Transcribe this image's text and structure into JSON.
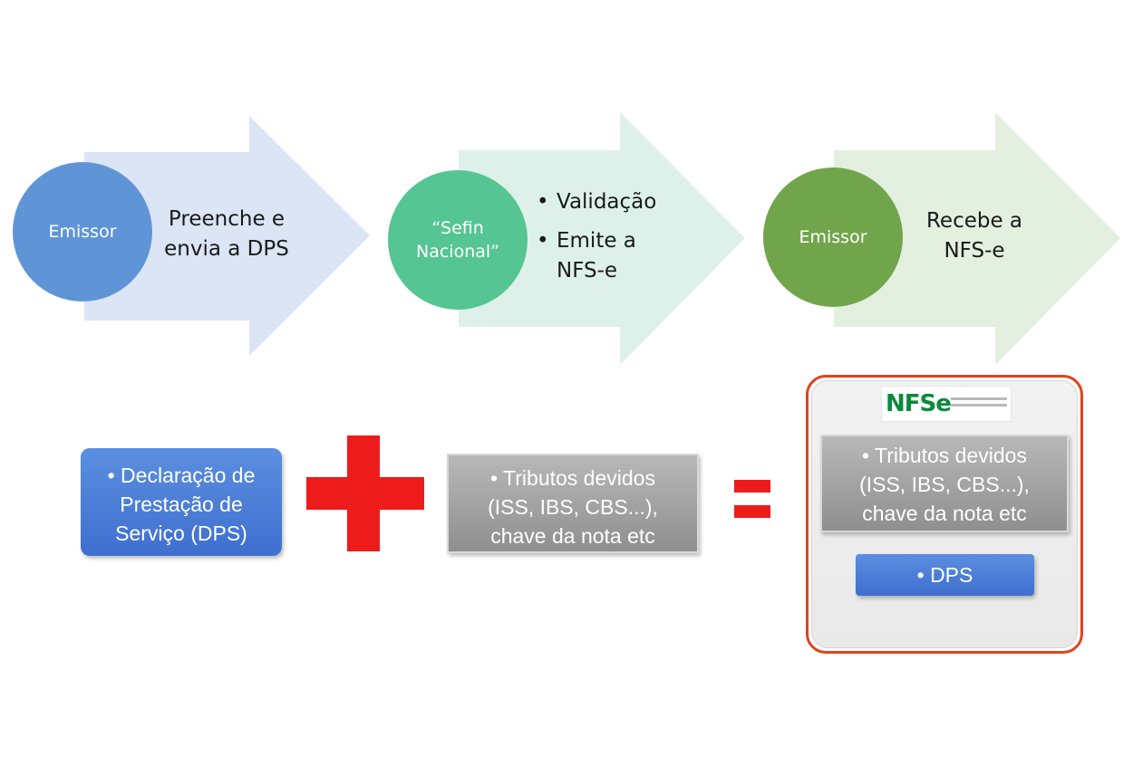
{
  "colors": {
    "arrow1": "#dbe5f5",
    "arrow2": "#ddf1ea",
    "arrow3": "#e3efdf",
    "circle1": "#5f95d6",
    "circle2": "#55c593",
    "circle3": "#71a54c",
    "accent_red": "#ee1b1b",
    "frame_border": "#e0431f"
  },
  "steps": [
    {
      "circle": [
        "Emissor"
      ],
      "text": [
        "Preenche e",
        "envia a DPS"
      ]
    },
    {
      "circle": [
        "“Sefin",
        "Nacional”"
      ],
      "bullets": [
        [
          "Validação"
        ],
        [
          "Emite a",
          "NFS-e"
        ]
      ]
    },
    {
      "circle": [
        "Emissor"
      ],
      "text": [
        "Recebe a",
        "NFS-e"
      ]
    }
  ],
  "equation": {
    "dps_box": [
      "• Declaração de",
      "Prestação de",
      "Serviço (DPS)"
    ],
    "plus_symbol": "+",
    "taxes_box": [
      "• Tributos devidos",
      "(ISS, IBS, CBS...),",
      "chave da nota etc"
    ],
    "equals_symbol": "=",
    "result": {
      "logo": "NFSe",
      "taxes_box": [
        "• Tributos devidos",
        "(ISS, IBS, CBS...),",
        "chave da nota etc"
      ],
      "dps_box": "• DPS"
    }
  }
}
